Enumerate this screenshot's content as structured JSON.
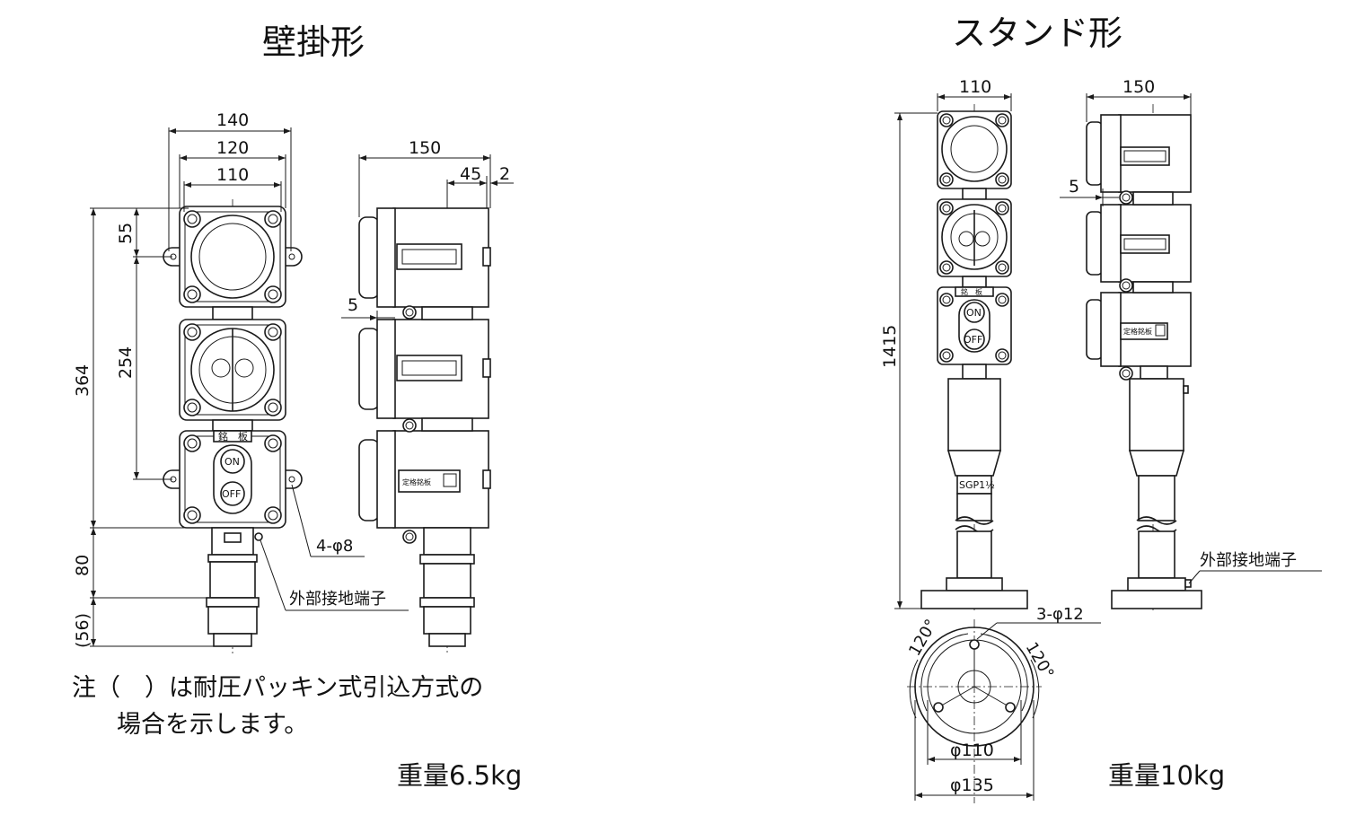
{
  "titles": {
    "wall": "壁掛形",
    "stand": "スタンド形"
  },
  "wall_front": {
    "w140": "140",
    "w120": "120",
    "w110": "110",
    "h55": "55",
    "h254": "254",
    "h364": "364",
    "h80": "80",
    "h56": "(56)",
    "holes": "4-φ8",
    "ground": "外部接地端子"
  },
  "wall_side": {
    "w150": "150",
    "w45": "45",
    "w2": "2",
    "w5": "5"
  },
  "stand_front": {
    "w110": "110",
    "h1415": "1415",
    "pipe": "SGP1½"
  },
  "stand_side": {
    "w150": "150",
    "w5": "5",
    "ground": "外部接地端子"
  },
  "base": {
    "holes": "3-φ12",
    "ang_left": "120°",
    "ang_right": "120°",
    "d110": "φ110",
    "d135": "φ135"
  },
  "labels": {
    "nameplate_kanji": "銘　板",
    "rating_plate": "定格銘板",
    "on": "ON",
    "off": "OFF"
  },
  "note": {
    "line1": "注（　）は耐圧パッキン式引込方式の",
    "line2": "場合を示します。"
  },
  "weights": {
    "wall": "重量6.5kg",
    "stand": "重量10kg"
  }
}
